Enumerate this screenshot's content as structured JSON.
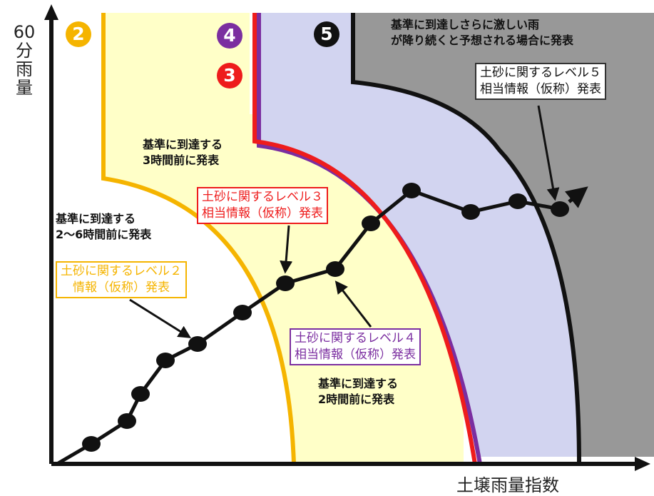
{
  "axes": {
    "y_label_top": "60",
    "y_label_chars": [
      "分",
      "雨",
      "量"
    ],
    "x_label": "土壌雨量指数"
  },
  "levels": {
    "l2": {
      "number": "2",
      "color": "#f5b400"
    },
    "l3": {
      "number": "3",
      "color": "#ee1c1c"
    },
    "l4": {
      "number": "4",
      "color": "#7b2ea0"
    },
    "l5": {
      "number": "5",
      "color": "#111111"
    }
  },
  "zone_colors": {
    "level2_fill": "#ffffc8",
    "level4_fill": "#d2d4f0",
    "level5_fill": "#989898"
  },
  "annotations": {
    "level5_condition": [
      "基準に到達しさらに激しい雨",
      "が降り続くと予想される場合に発表"
    ],
    "level3_timing": [
      "基準に到達する",
      "3時間前に発表"
    ],
    "level2_timing": [
      "基準に到達する",
      "2～6時間前に発表"
    ],
    "level4_timing": [
      "基準に到達する",
      "2時間前に発表"
    ]
  },
  "boxes": {
    "level5": [
      "土砂に関するレベル５",
      "相当情報（仮称）発表"
    ],
    "level3": [
      "土砂に関するレベル３",
      "相当情報（仮称）発表"
    ],
    "level2": [
      "土砂に関するレベル２",
      "情報（仮称）発表"
    ],
    "level4": [
      "土砂に関するレベル４",
      "相当情報（仮称）発表"
    ]
  },
  "box_colors": {
    "level5": "#333333",
    "level3": "#ee1c1c",
    "level2": "#f5b400",
    "level4": "#7b2ea0"
  }
}
